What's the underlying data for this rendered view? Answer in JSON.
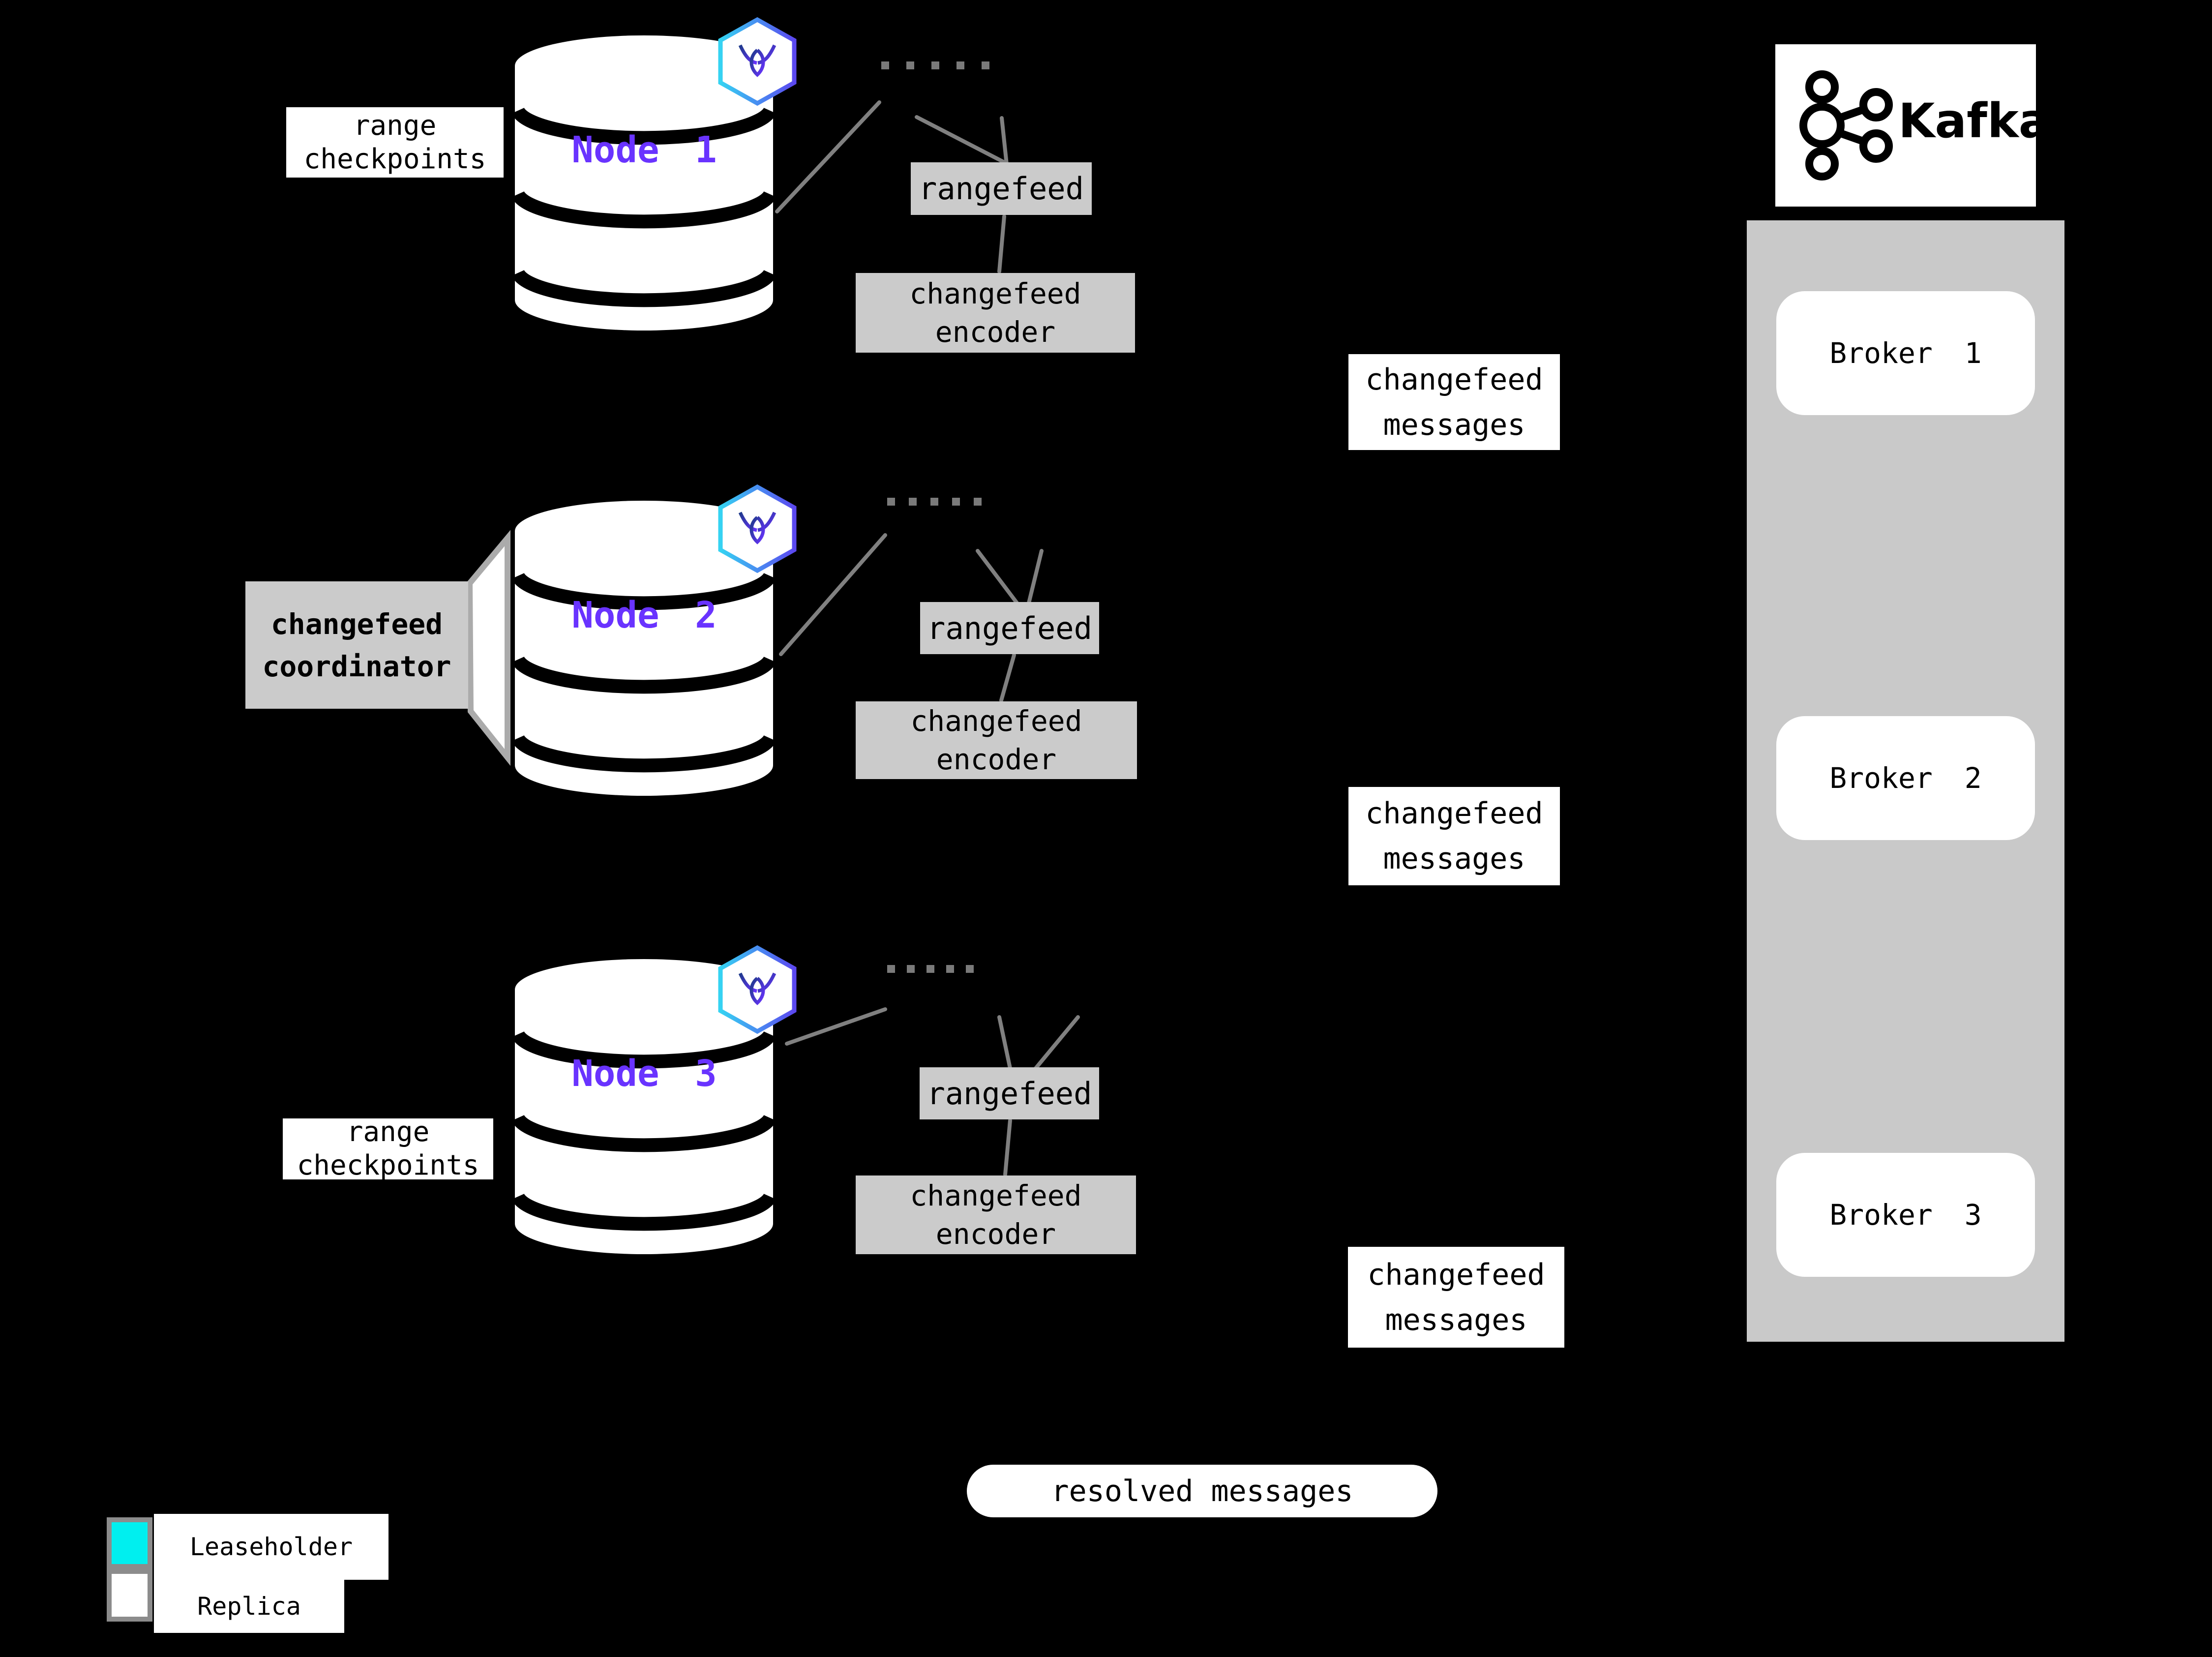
{
  "colors": {
    "leaseholder": "#00EFEF",
    "replica": "#FFFFFF",
    "empty": "transparent",
    "node_label": "#6933FF",
    "panel_gray": "#CBCBCB",
    "line_gray": "#808080",
    "square_border": "#7A7A7A"
  },
  "nodes": [
    {
      "name": "Node 1",
      "ranges": [
        "replica",
        "leaseholder",
        "replica",
        "leaseholder",
        "replica"
      ],
      "checkpoint_label": {
        "line1": "range",
        "line2": "checkpoints"
      },
      "rangefeed_label": "rangefeed",
      "encoder_label": {
        "line1": "changefeed",
        "line2": "encoder"
      },
      "messages_label": {
        "line1": "changefeed",
        "line2": "messages"
      }
    },
    {
      "name": "Node 2",
      "ranges": [
        "replica",
        "leaseholder",
        "replica",
        "empty",
        "leaseholder"
      ],
      "coordinator_label": {
        "line1": "changefeed",
        "line2": "coordinator"
      },
      "rangefeed_label": "rangefeed",
      "encoder_label": {
        "line1": "changefeed",
        "line2": "encoder"
      },
      "messages_label": {
        "line1": "changefeed",
        "line2": "messages"
      }
    },
    {
      "name": "Node 3",
      "ranges": [
        "leaseholder",
        "empty",
        "replica",
        "leaseholder",
        "replica"
      ],
      "checkpoint_label": {
        "line1": "range",
        "line2": "checkpoints"
      },
      "rangefeed_label": "rangefeed",
      "encoder_label": {
        "line1": "changefeed",
        "line2": "encoder"
      },
      "messages_label": {
        "line1": "changefeed",
        "line2": "messages"
      }
    }
  ],
  "kafka": {
    "title": "Kafka",
    "brokers": [
      {
        "label": "Broker 1"
      },
      {
        "label": "Broker 2"
      },
      {
        "label": "Broker 3"
      }
    ]
  },
  "resolved_label": "resolved messages",
  "legend": {
    "items": [
      {
        "type": "leaseholder",
        "label": "Leaseholder"
      },
      {
        "type": "replica",
        "label": "Replica"
      }
    ]
  }
}
